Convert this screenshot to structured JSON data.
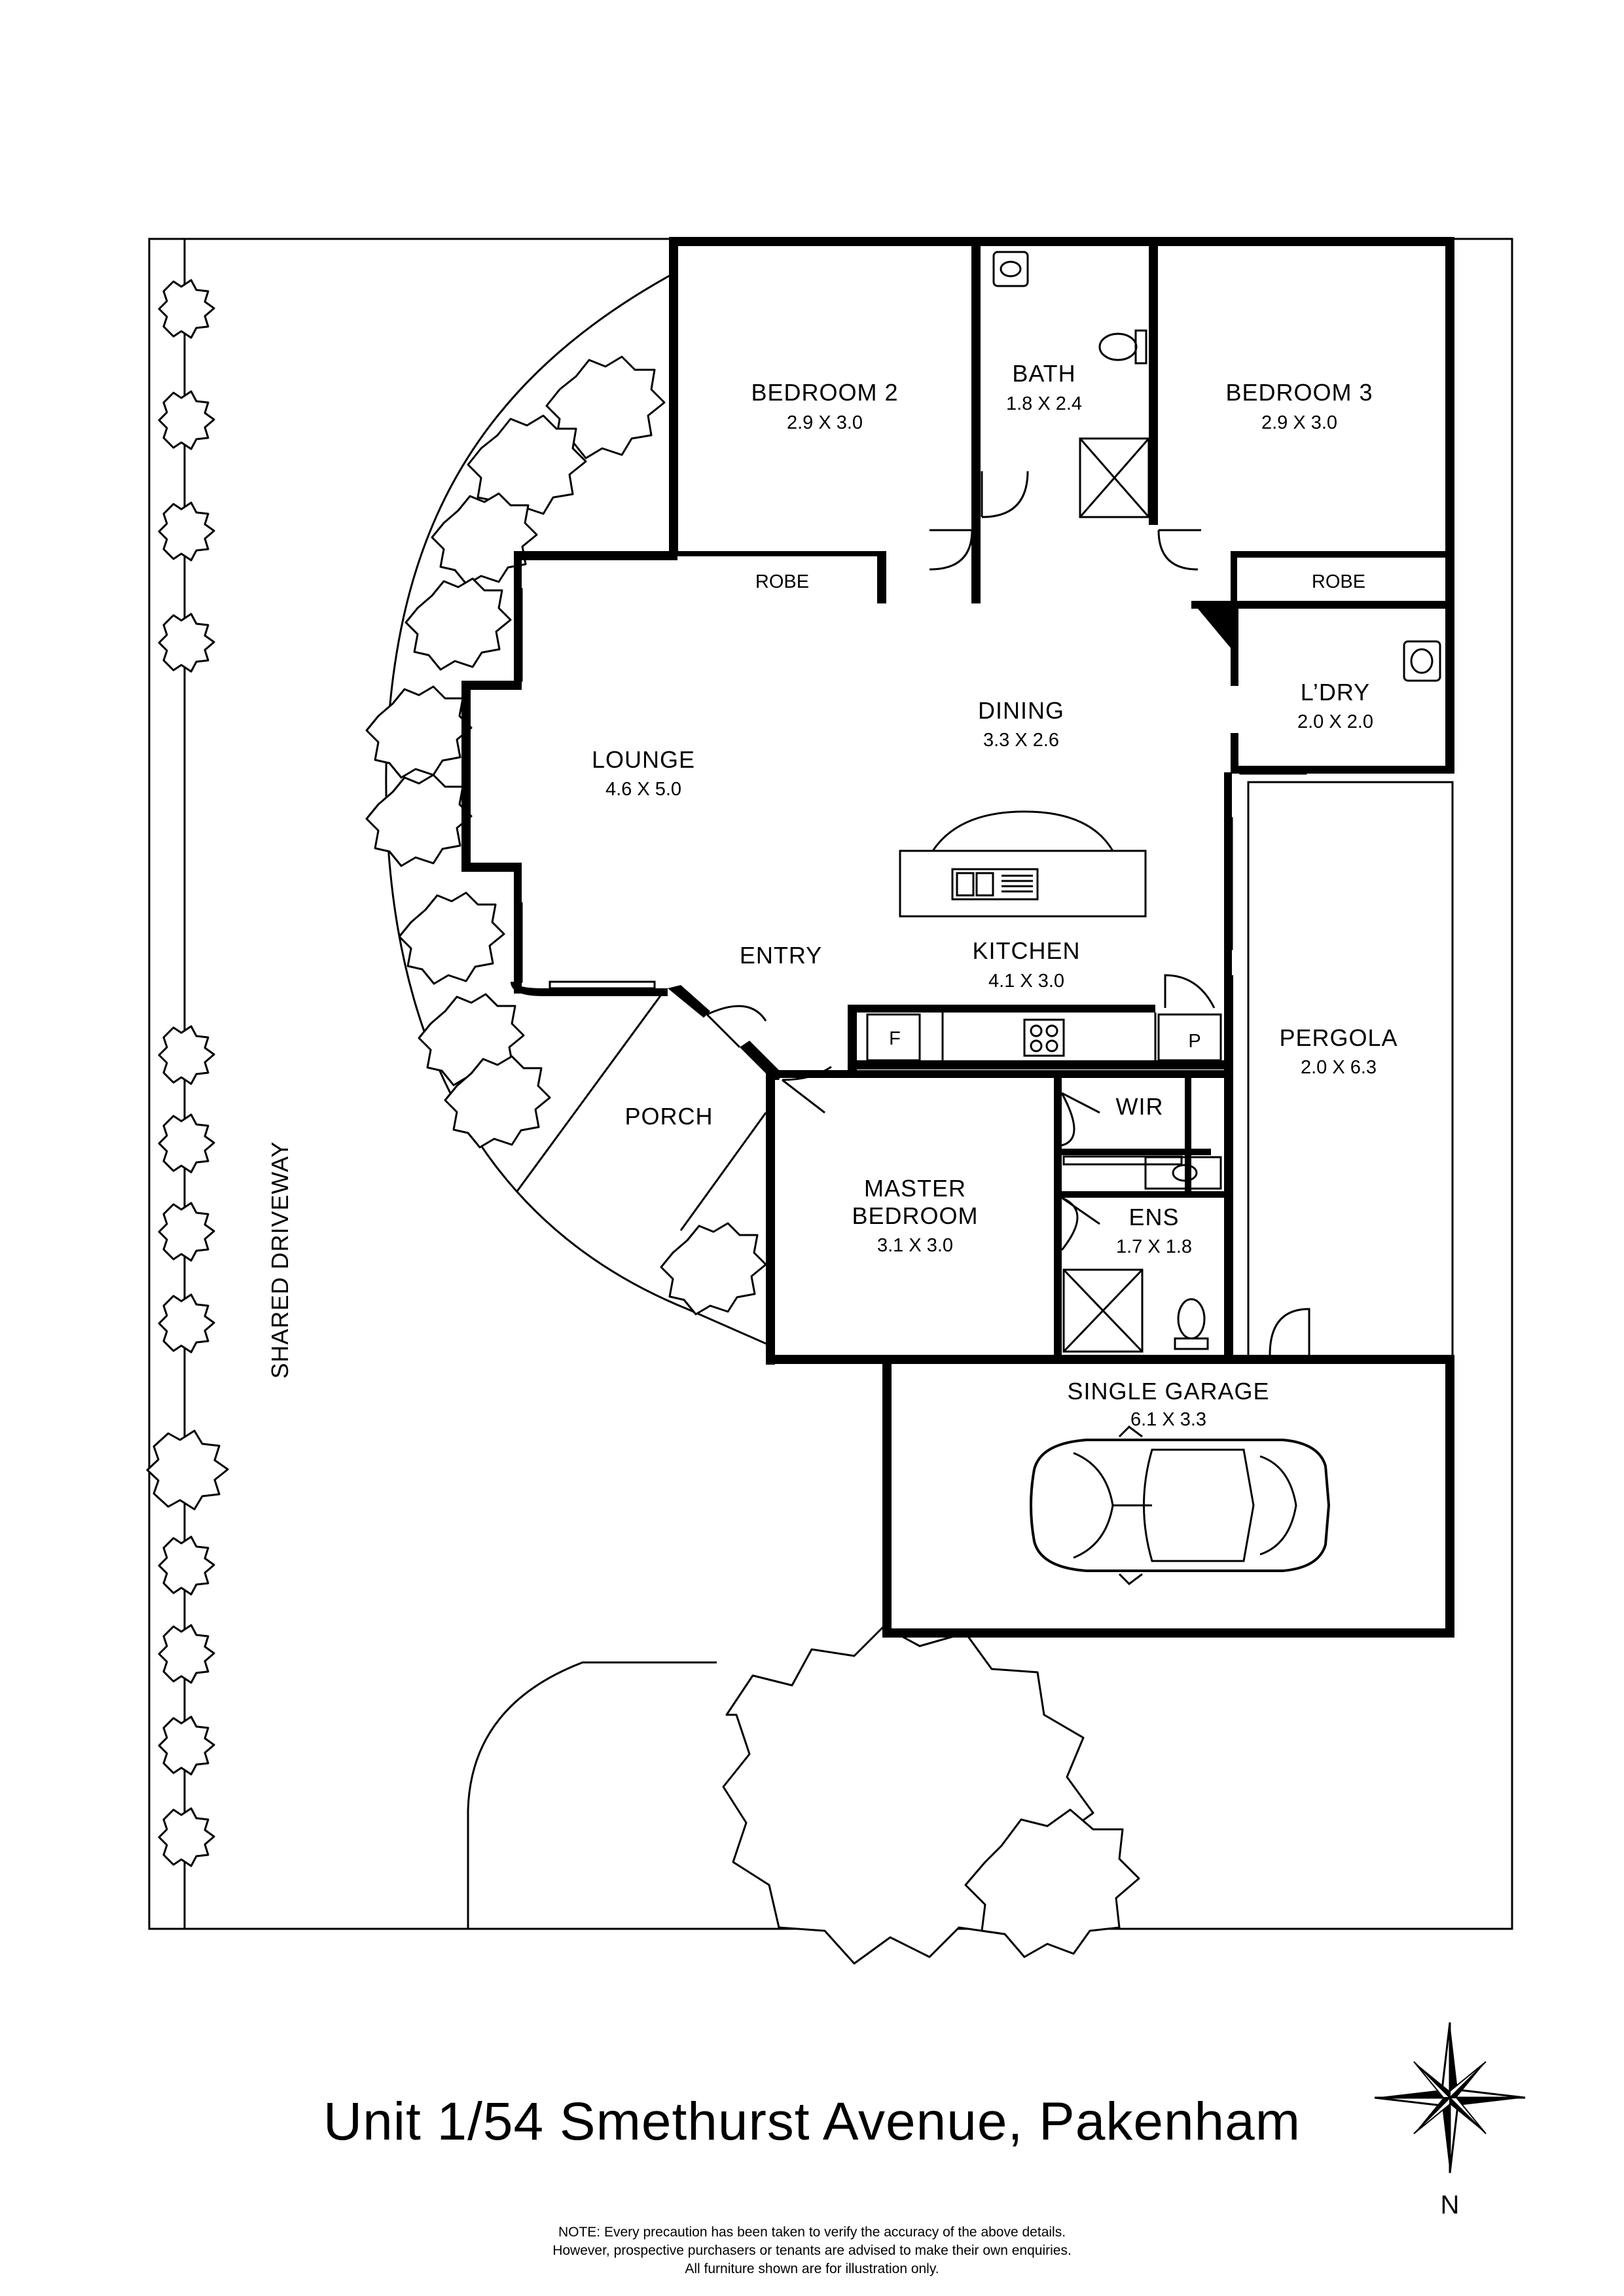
{
  "rooms": {
    "bedroom2": {
      "name": "BEDROOM 2",
      "dim": "2.9 X 3.0"
    },
    "bath": {
      "name": "BATH",
      "dim": "1.8 X 2.4"
    },
    "bedroom3": {
      "name": "BEDROOM 3",
      "dim": "2.9 X 3.0"
    },
    "robe_left": {
      "name": "ROBE"
    },
    "robe_right": {
      "name": "ROBE"
    },
    "laundry": {
      "name": "L’DRY",
      "dim": "2.0 X 2.0"
    },
    "dining": {
      "name": "DINING",
      "dim": "3.3 X 2.6"
    },
    "lounge": {
      "name": "LOUNGE",
      "dim": "4.6 X 5.0"
    },
    "entry": {
      "name": "ENTRY"
    },
    "kitchen": {
      "name": "KITCHEN",
      "dim": "4.1 X 3.0"
    },
    "fridge": {
      "name": "F"
    },
    "pantry": {
      "name": "P"
    },
    "pergola": {
      "name": "PERGOLA",
      "dim": "2.0 X 6.3"
    },
    "porch": {
      "name": "PORCH"
    },
    "wir": {
      "name": "WIR"
    },
    "master": {
      "name_line1": "MASTER",
      "name_line2": "BEDROOM",
      "dim": "3.1 X 3.0"
    },
    "ensuite": {
      "name": "ENS",
      "dim": "1.7 X 1.8"
    },
    "garage": {
      "name": "SINGLE GARAGE",
      "dim": "6.1 X 3.3"
    }
  },
  "driveway_label": "SHARED DRIVEWAY",
  "address": "Unit 1/54 Smethurst Avenue, Pakenham",
  "note": {
    "line1": "NOTE: Every precaution has been taken to verify the accuracy of the above details.",
    "line2": "However, prospective purchasers or tenants are advised to make their own enquiries.",
    "line3": "All furniture shown are for illustration only."
  },
  "compass": {
    "label": "N",
    "icon": "compass-rose-icon"
  }
}
